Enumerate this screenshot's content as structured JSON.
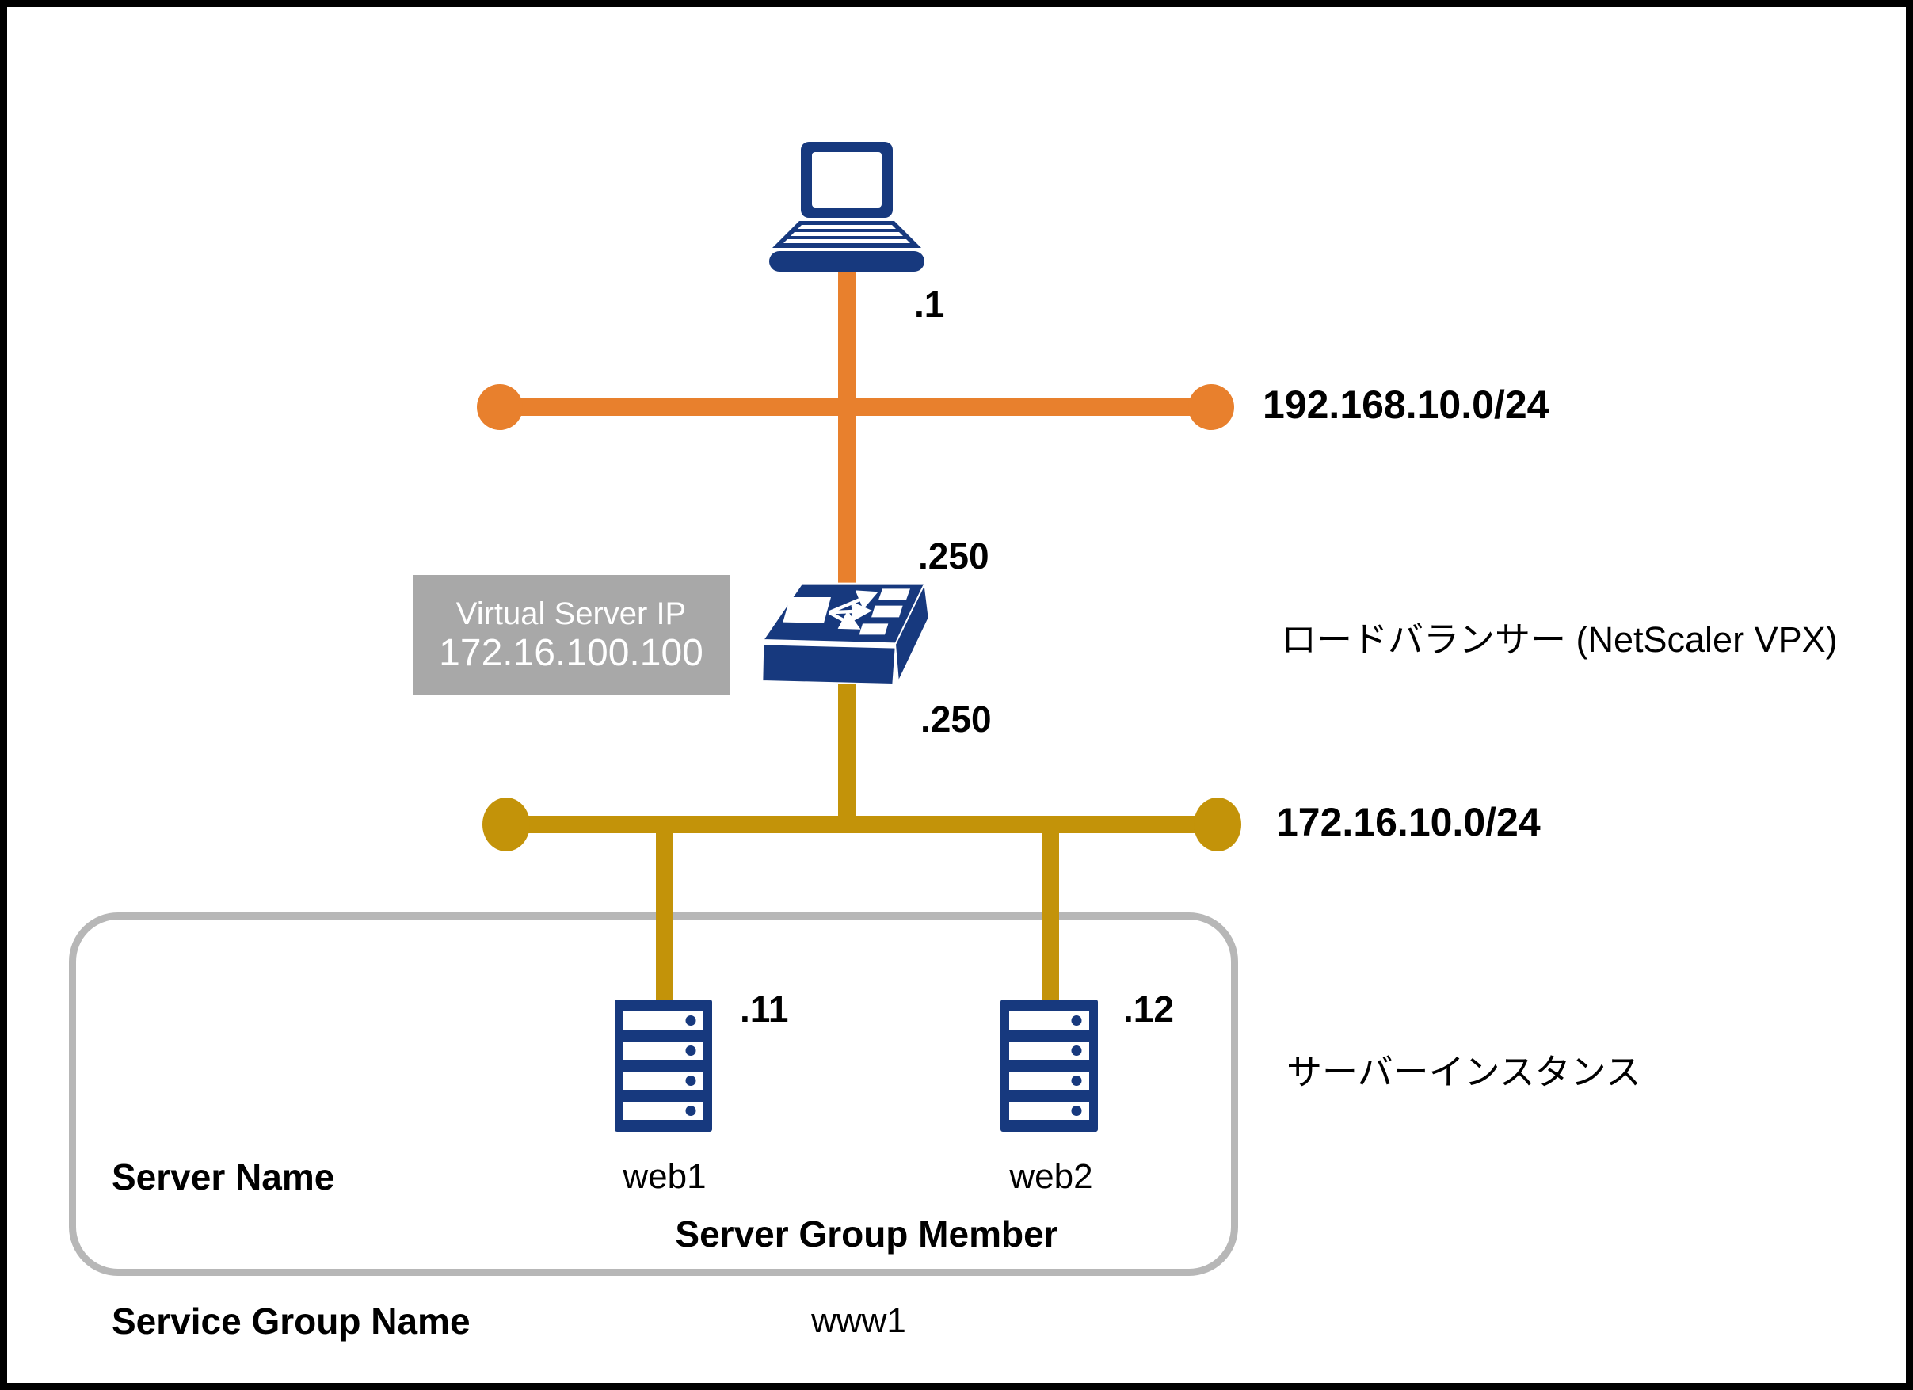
{
  "diagram": {
    "client": {
      "ip_suffix": ".1"
    },
    "frontend_network": {
      "cidr": "192.168.10.0/24"
    },
    "load_balancer": {
      "upstream_ip_suffix": ".250",
      "downstream_ip_suffix": ".250",
      "label": "ロードバランサー (NetScaler VPX)",
      "virtual_server": {
        "title": "Virtual Server IP",
        "ip": "172.16.100.100"
      }
    },
    "backend_network": {
      "cidr": "172.16.10.0/24"
    },
    "servers": {
      "label": "サーバーインスタンス",
      "server1": {
        "ip_suffix": ".11",
        "name": "web1"
      },
      "server2": {
        "ip_suffix": ".12",
        "name": "web2"
      },
      "server_name_label": "Server Name",
      "group_label": "Server Group Member"
    },
    "service_group": {
      "label": "Service Group Name",
      "name": "www1"
    },
    "colors": {
      "navy": "#17397E",
      "orange": "#E8802D",
      "gold": "#C39309",
      "vip_box_gray": "#A8A8A8",
      "group_border_gray": "#B7B7B7",
      "text_black": "#000000"
    }
  }
}
